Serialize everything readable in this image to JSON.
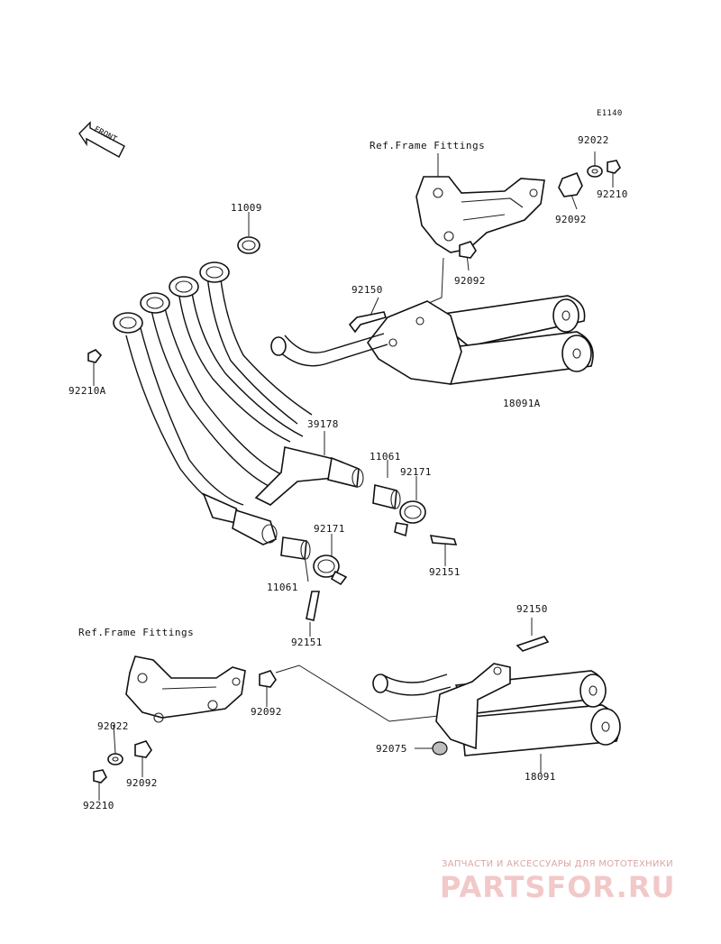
{
  "diagram_code": "E1140",
  "front_label": "FRONT",
  "ref_top": "Ref.Frame Fittings",
  "ref_bottom": "Ref.Frame Fittings",
  "parts": {
    "p11009": "11009",
    "p92210A": "92210A",
    "p92022_top": "92022",
    "p92210_top": "92210",
    "p92092_top_right": "92092",
    "p92092_top_mid": "92092",
    "p92150_top": "92150",
    "p18091A": "18091A",
    "p39178": "39178",
    "p11061_right": "11061",
    "p92171_right": "92171",
    "p92151_right": "92151",
    "p92171_left": "92171",
    "p11061_left": "11061",
    "p92151_left": "92151",
    "p92150_bottom": "92150",
    "p92092_bottom_mid": "92092",
    "p92022_bottom": "92022",
    "p92092_bottom_left": "92092",
    "p92210_bottom": "92210",
    "p92075": "92075",
    "p18091": "18091"
  },
  "watermark": {
    "tagline": "ЗАПЧАСТИ И АКСЕССУАРЫ ДЛЯ МОТОТЕХНИКИ",
    "brand": "PARTSFOR.RU"
  },
  "colors": {
    "line": "#111111",
    "watermark": "#f2c8c8"
  }
}
